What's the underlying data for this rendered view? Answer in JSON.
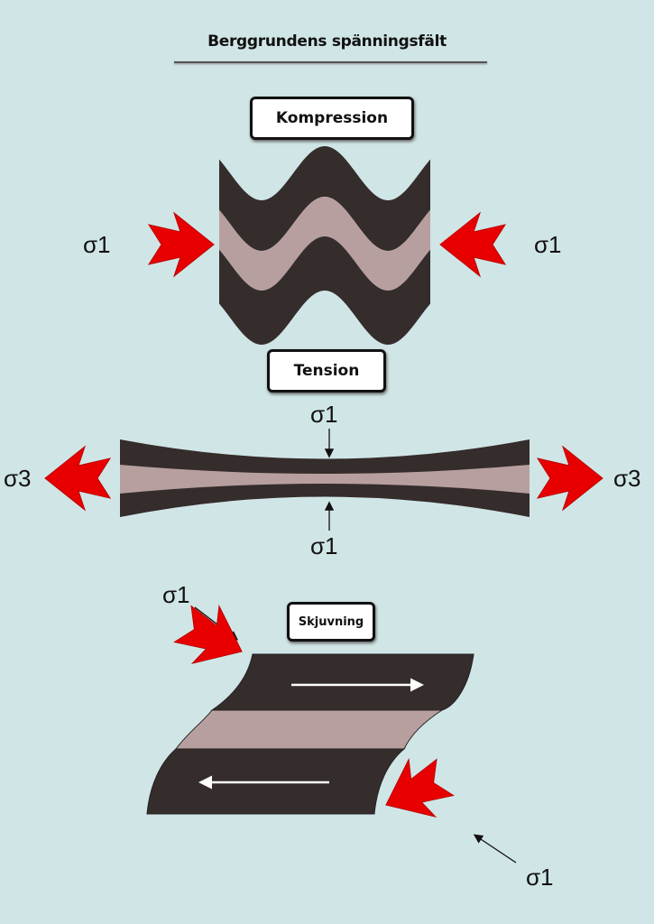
{
  "title": "Berggrundens spänningsfält",
  "sections": {
    "compression": {
      "label": "Kompression",
      "left_stress": "σ1",
      "right_stress": "σ1"
    },
    "tension": {
      "label": "Tension",
      "top_stress": "σ1",
      "bottom_stress": "σ1",
      "left_stress": "σ3",
      "right_stress": "σ3"
    },
    "shear": {
      "label": "Skjuvning",
      "top_stress": "σ1",
      "bottom_stress": "σ1"
    }
  },
  "colors": {
    "background": "#d0e5e6",
    "rock_dark": "#352c2c",
    "rock_light": "#b89f9f",
    "stress_arrow": "#e80000"
  }
}
